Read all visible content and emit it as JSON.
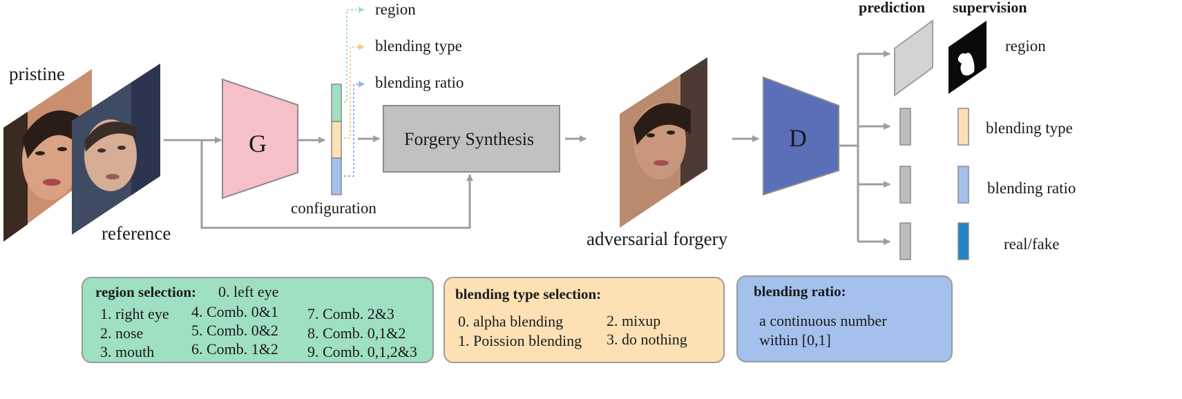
{
  "colors": {
    "arrow": "#9e9e9e",
    "generator": "#f5c0c8",
    "discriminator": "#5b6fb8",
    "synthesis": "#c1c1c1",
    "config_region": "#9fdfc2",
    "config_type": "#fde1b5",
    "config_ratio": "#a3c1ec",
    "region_box": "#9fdfc2",
    "type_box": "#fde1b5",
    "ratio_box": "#a3c1ec",
    "realfake": "#1e86c8"
  },
  "inputs": {
    "pristine": "pristine",
    "reference": "reference"
  },
  "generator": {
    "label": "G"
  },
  "configuration": {
    "label": "configuration"
  },
  "outputs": {
    "region": "region",
    "blending_type": "blending type",
    "blending_ratio": "blending ratio"
  },
  "synthesis": {
    "label": "Forgery Synthesis"
  },
  "forgery": {
    "label": "adversarial forgery"
  },
  "discriminator": {
    "label": "D"
  },
  "columns": {
    "prediction": "prediction",
    "supervision": "supervision"
  },
  "supervision_labels": {
    "region": "region",
    "blending_type": "blending type",
    "blending_ratio": "blending ratio",
    "real_fake": "real/fake"
  },
  "region_selection": {
    "title": "region selection:",
    "first": "0. left eye",
    "col1": [
      "1. right eye",
      "2. nose",
      "3. mouth"
    ],
    "col2": [
      "4. Comb. 0&1",
      "5. Comb. 0&2",
      "6. Comb. 1&2"
    ],
    "col3": [
      "7. Comb. 2&3",
      "8. Comb. 0,1&2",
      "9. Comb. 0,1,2&3"
    ]
  },
  "blending_type_selection": {
    "title": "blending type selection:",
    "col1": [
      "0. alpha blending",
      "1. Poission blending"
    ],
    "col2": [
      "2. mixup",
      "3. do nothing"
    ]
  },
  "blending_ratio_box": {
    "title": "blending ratio:",
    "lines": [
      "a continuous number",
      "within [0,1]"
    ]
  }
}
